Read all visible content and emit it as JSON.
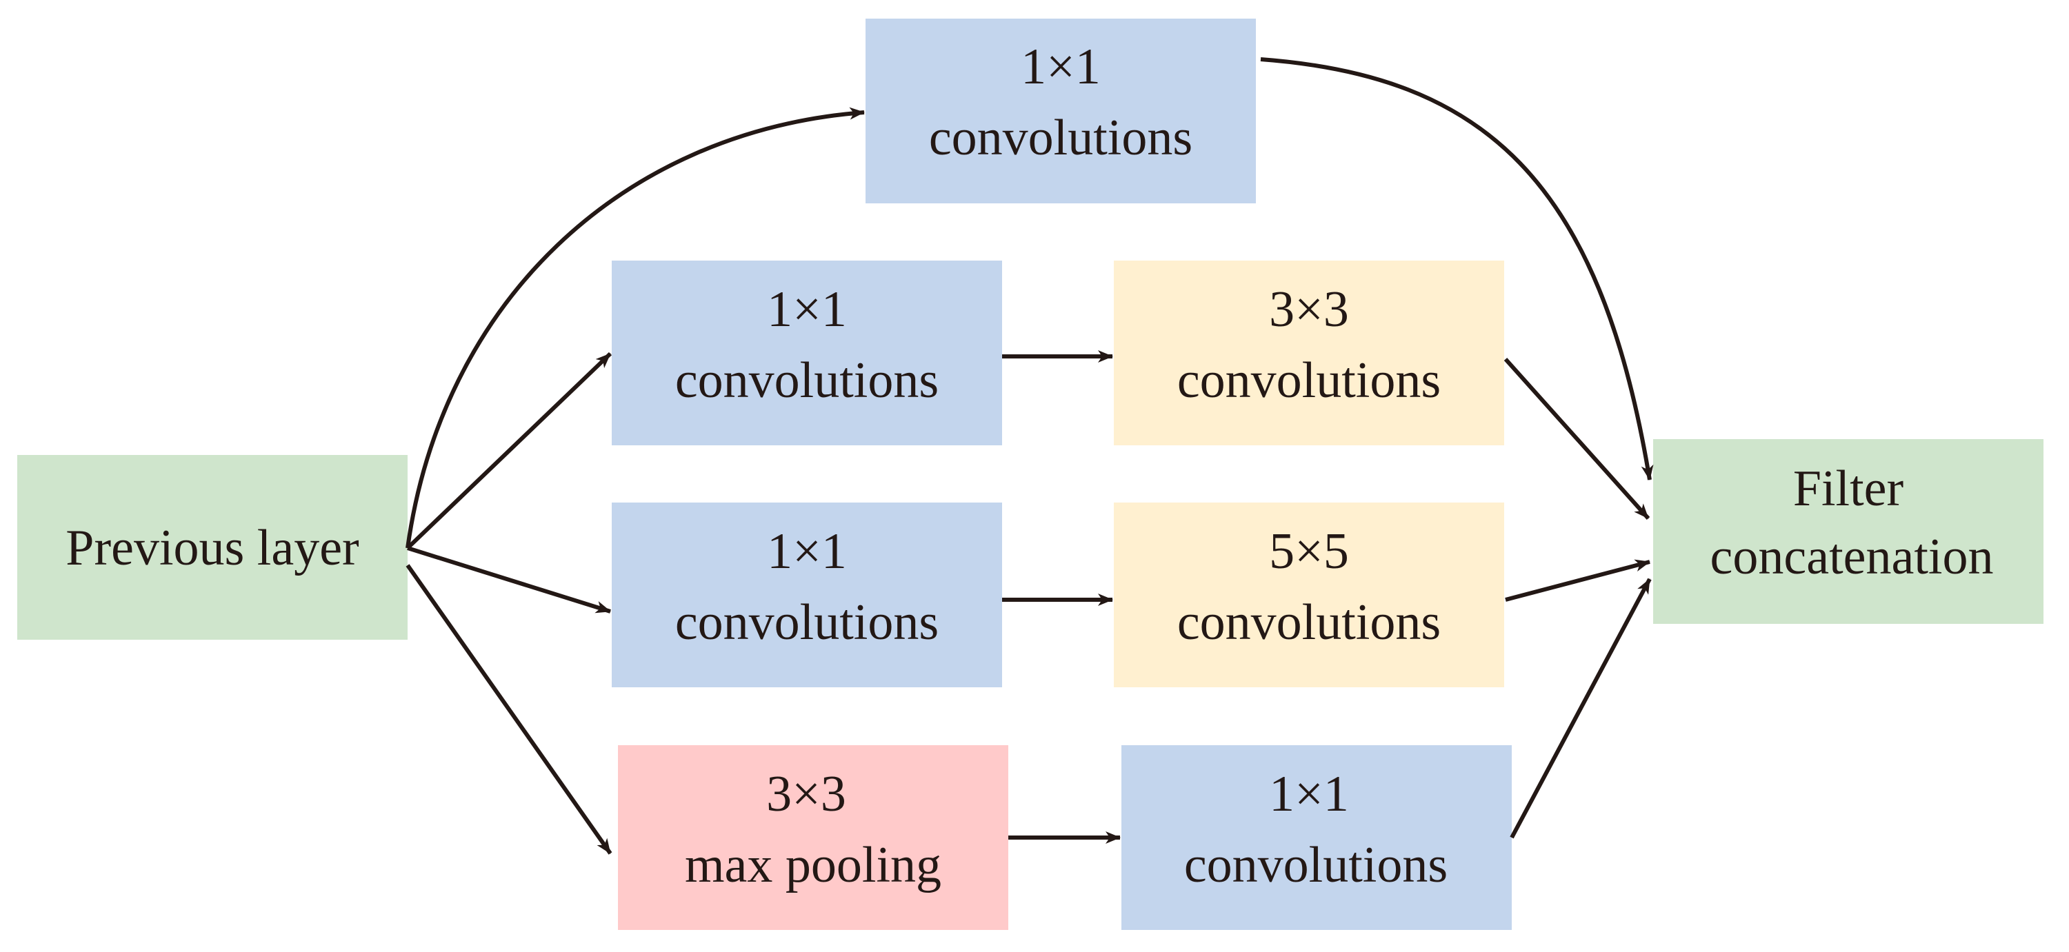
{
  "colors": {
    "io": "#cfe5cc",
    "conv1x1": "#c3d5ed",
    "conv_large": "#fff0d0",
    "pool": "#ffcaca",
    "arrow": "#231815"
  },
  "nodes": {
    "previous_layer": {
      "lines": [
        "Previous layer"
      ]
    },
    "top_conv1x1": {
      "lines": [
        "1×1",
        "convolutions"
      ]
    },
    "branch2_conv1x1": {
      "lines": [
        "1×1",
        "convolutions"
      ]
    },
    "branch2_conv3x3": {
      "lines": [
        "3×3",
        "convolutions"
      ]
    },
    "branch3_conv1x1": {
      "lines": [
        "1×1",
        "convolutions"
      ]
    },
    "branch3_conv5x5": {
      "lines": [
        "5×5",
        "convolutions"
      ]
    },
    "branch4_maxpool": {
      "lines": [
        "3×3",
        "max pooling"
      ]
    },
    "branch4_conv1x1": {
      "lines": [
        "1×1",
        "convolutions"
      ]
    },
    "filter_concat": {
      "lines": [
        "Filter",
        "concatenation"
      ]
    }
  }
}
